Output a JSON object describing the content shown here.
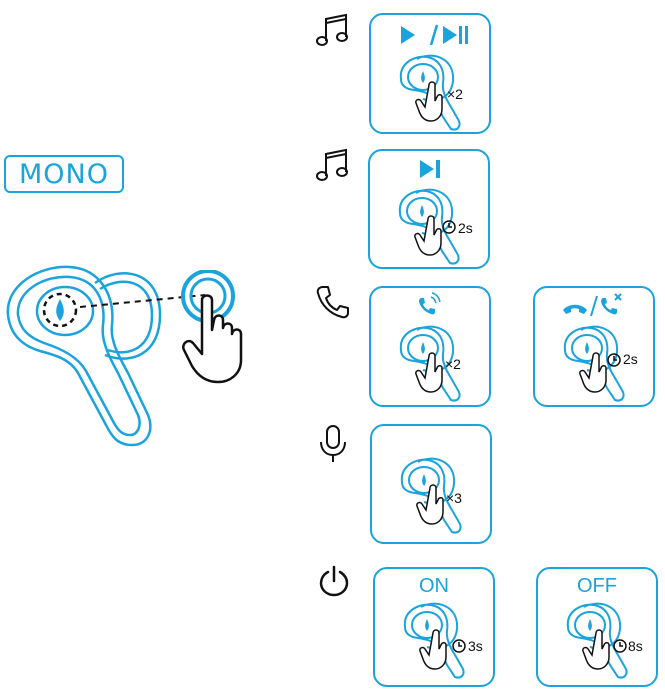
{
  "colors": {
    "accent": "#1aa3dc",
    "ink": "#111111"
  },
  "mode_label": "MONO",
  "rows": [
    {
      "icon": "music-note-icon",
      "cards": [
        {
          "title": "",
          "title_icon": "play-pause-icon",
          "gesture_icon": "",
          "gesture": "×2"
        }
      ]
    },
    {
      "icon": "music-note-icon",
      "cards": [
        {
          "title": "",
          "title_icon": "next-track-icon",
          "gesture_icon": "clock-icon",
          "gesture": "2s"
        }
      ]
    },
    {
      "icon": "phone-icon",
      "cards": [
        {
          "title": "",
          "title_icon": "answer-call-icon",
          "gesture_icon": "",
          "gesture": "×2"
        },
        {
          "title": "",
          "title_icon": "end-reject-call-icon",
          "gesture_icon": "clock-icon",
          "gesture": "2s"
        }
      ]
    },
    {
      "icon": "microphone-icon",
      "cards": [
        {
          "title": "",
          "title_icon": "",
          "gesture_icon": "",
          "gesture": "×3"
        }
      ]
    },
    {
      "icon": "power-icon",
      "cards": [
        {
          "title": "ON",
          "title_icon": "",
          "gesture_icon": "clock-icon",
          "gesture": "3s"
        },
        {
          "title": "OFF",
          "title_icon": "",
          "gesture_icon": "clock-icon",
          "gesture": "8s"
        }
      ]
    }
  ]
}
